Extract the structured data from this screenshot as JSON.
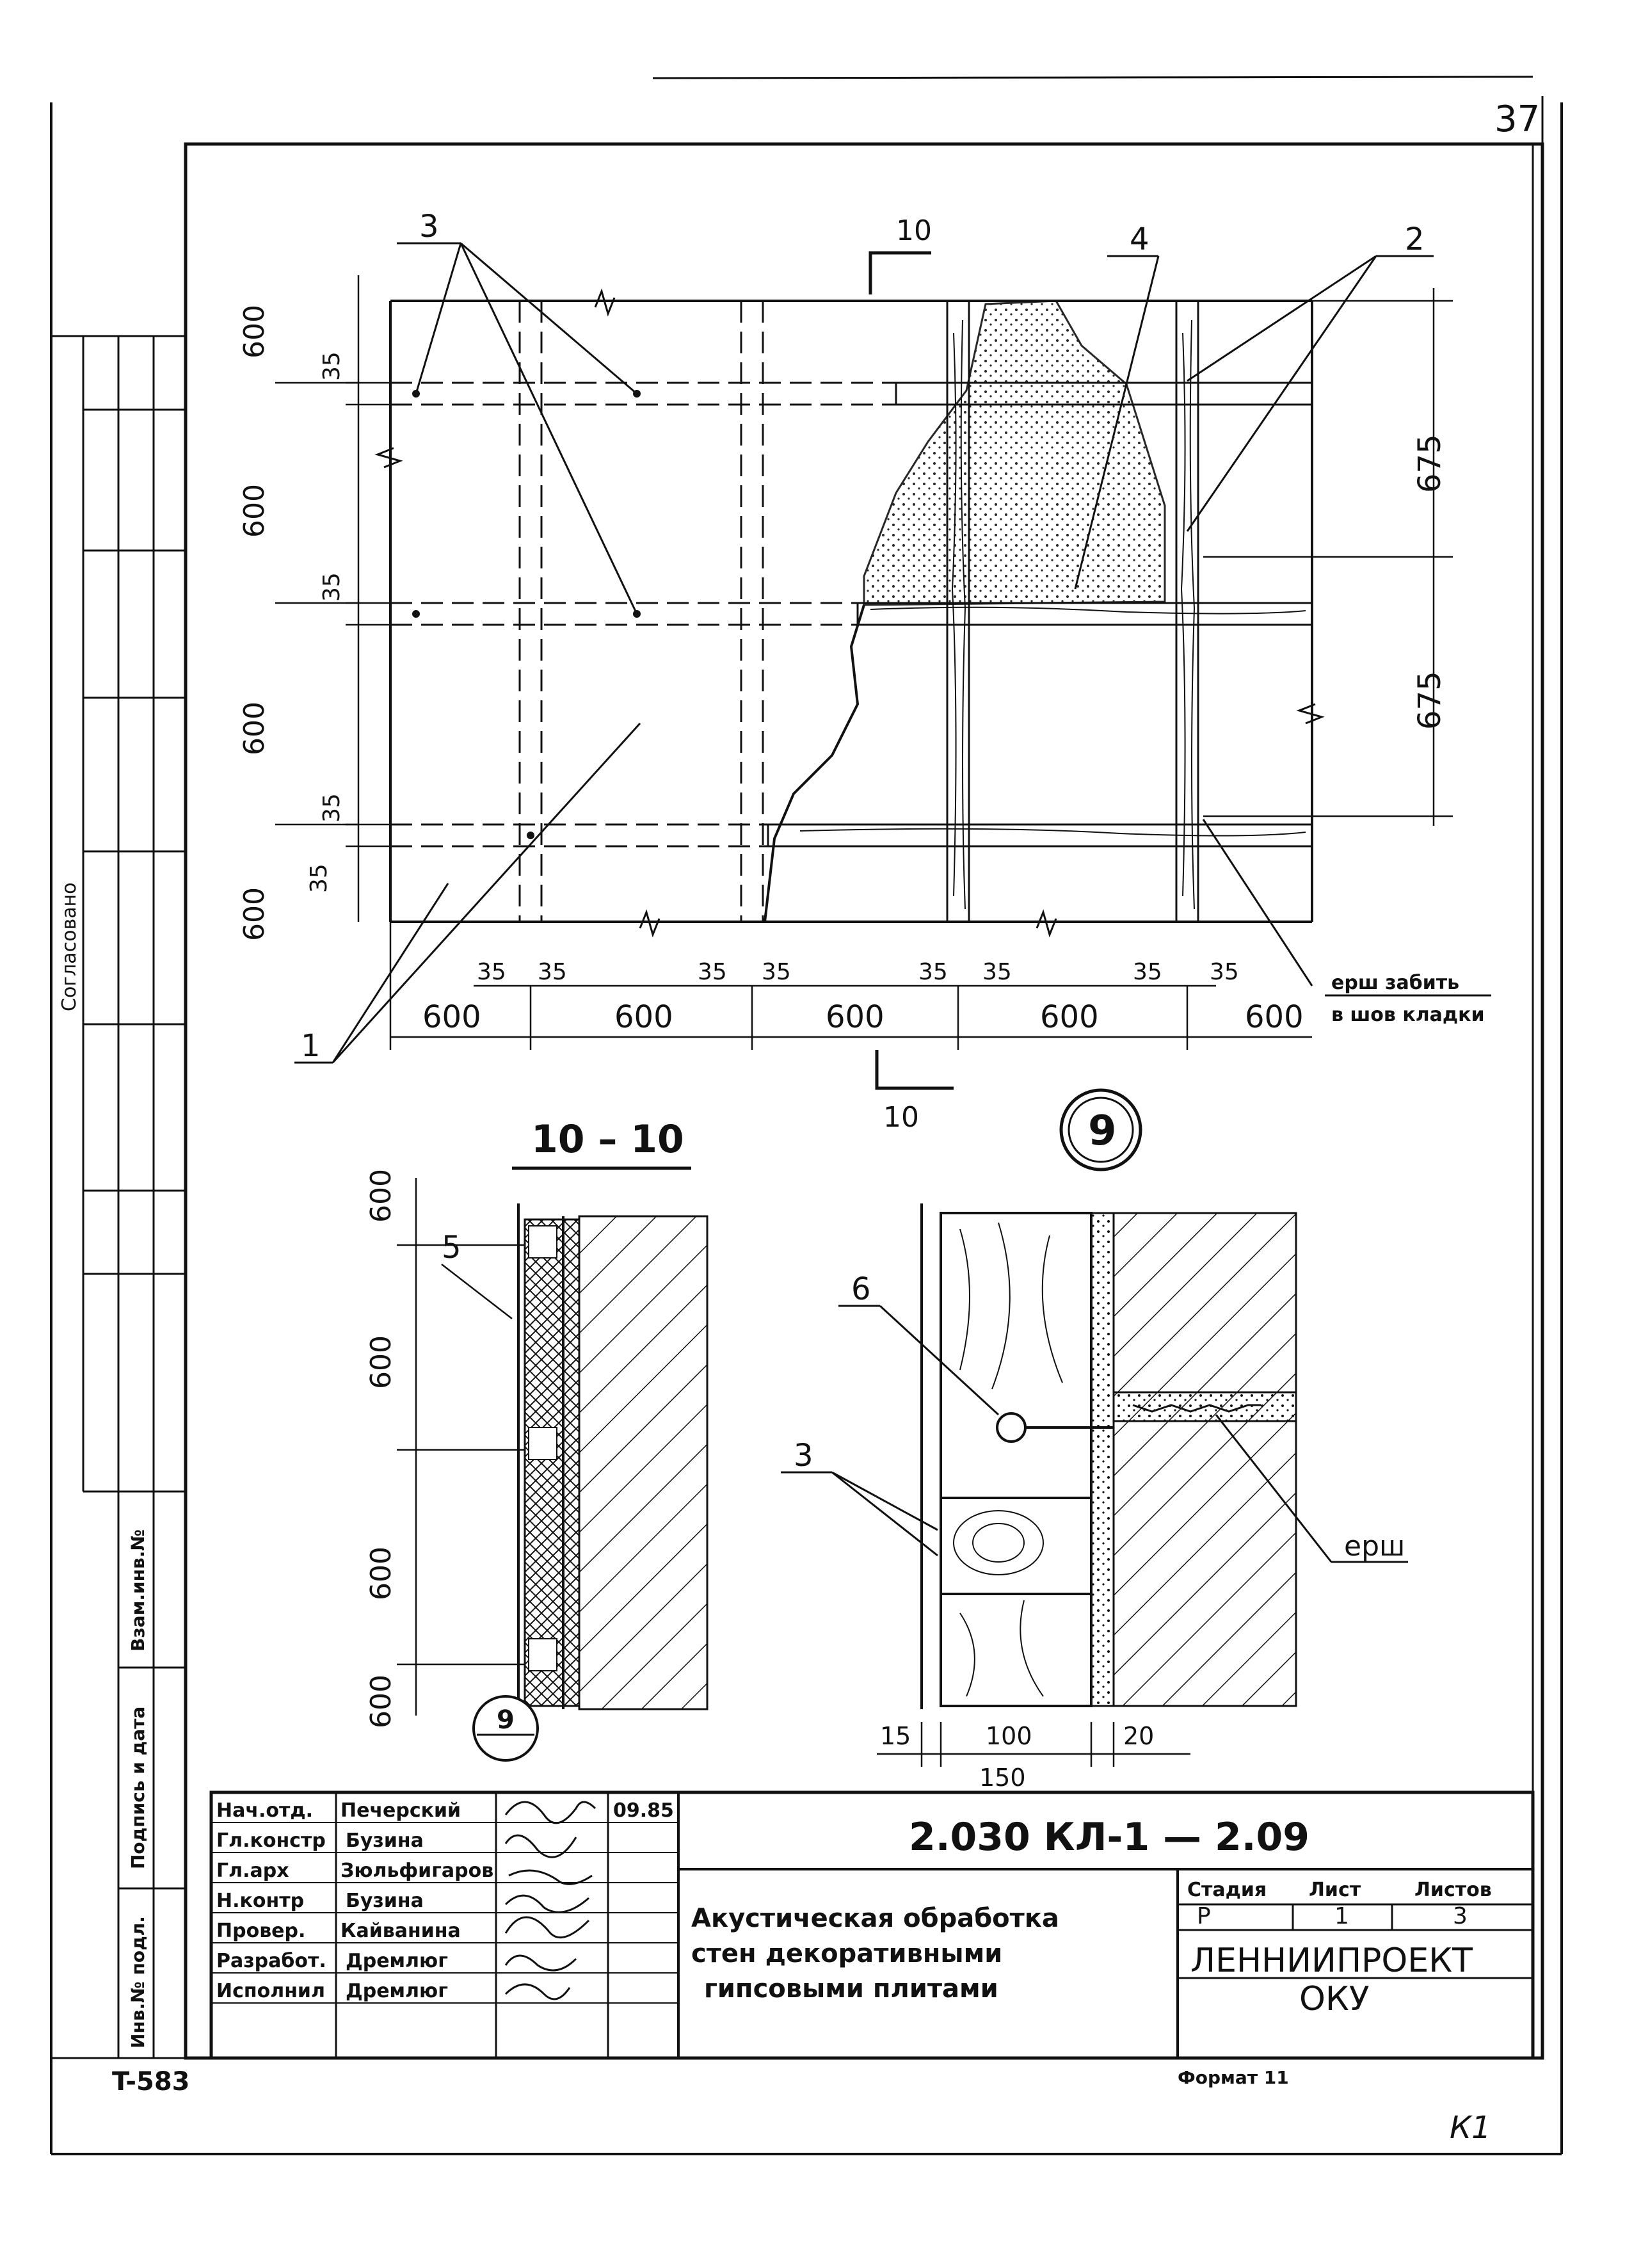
{
  "sheet": {
    "page_number": "37",
    "corner_code": "T-583",
    "bottom_right_mark": "К1",
    "format_label": "Формат 11"
  },
  "side_stamp": {
    "agreed": "Согласовано",
    "swap_inv": "Взам.инв.№",
    "sign_date": "Подпись и дата",
    "inv_orig": "Инв.№ подл."
  },
  "plan_view": {
    "section_marker": "10",
    "callouts": {
      "c1": "1",
      "c2": "2",
      "c3": "3",
      "c4": "4"
    },
    "left_dims": [
      "600",
      "600",
      "600",
      "600"
    ],
    "joint_dims": [
      "35",
      "35"
    ],
    "right_dims": [
      "675",
      "675"
    ],
    "bottom_dims": [
      "600",
      "600",
      "600",
      "600",
      "600"
    ],
    "note_line1": "ерш забить",
    "note_line2": "в шов кладки"
  },
  "section_view": {
    "title": "10 – 10",
    "callout5": "5",
    "dims": [
      "600",
      "600",
      "600",
      "600"
    ]
  },
  "detail_view": {
    "number": "9",
    "callout6": "6",
    "callout3": "3",
    "ersh": "ерш",
    "dim_15": "15",
    "dim_100": "100",
    "dim_150": "150",
    "dim_20": "20"
  },
  "title_block": {
    "rows": [
      {
        "role": "Нач.отд.",
        "name": "Печерский",
        "date": "09.85"
      },
      {
        "role": "Гл.констр",
        "name": "Бузина",
        "date": ""
      },
      {
        "role": "Гл.арх",
        "name": "Зюльфигаров",
        "date": ""
      },
      {
        "role": "Н.контр",
        "name": "Бузина",
        "date": ""
      },
      {
        "role": "Провер.",
        "name": "Кайванина",
        "date": ""
      },
      {
        "role": "Разработ.",
        "name": "Дремлюг",
        "date": ""
      },
      {
        "role": "Исполнил",
        "name": "Дремлюг",
        "date": ""
      }
    ],
    "code": "2.030 КЛ-1 — 2.09",
    "title_line1": "Акустическая обработка",
    "title_line2": "стен декоративными",
    "title_line3": "гипсовыми плитами",
    "stage_label": "Стадия",
    "sheet_label": "Лист",
    "sheets_label": "Листов",
    "stage": "Р",
    "sheet": "1",
    "sheets": "3",
    "org_line1": "ЛЕННИИПРОЕКТ",
    "org_line2": "ОКУ"
  }
}
